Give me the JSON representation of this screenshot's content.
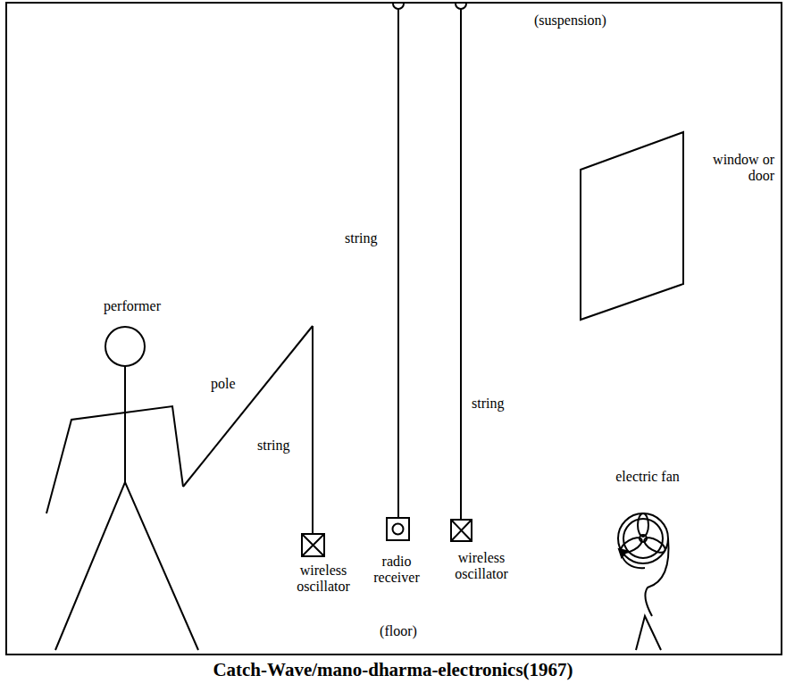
{
  "diagram": {
    "caption": "Catch-Wave/mano-dharma-electronics(1967)",
    "labels": [
      "(suspension)",
      "window or door",
      "performer",
      "string",
      "pole",
      "string",
      "string",
      "electric fan",
      "wireless oscillator",
      "radio receiver",
      "wireless oscillator",
      "(floor)"
    ]
  }
}
